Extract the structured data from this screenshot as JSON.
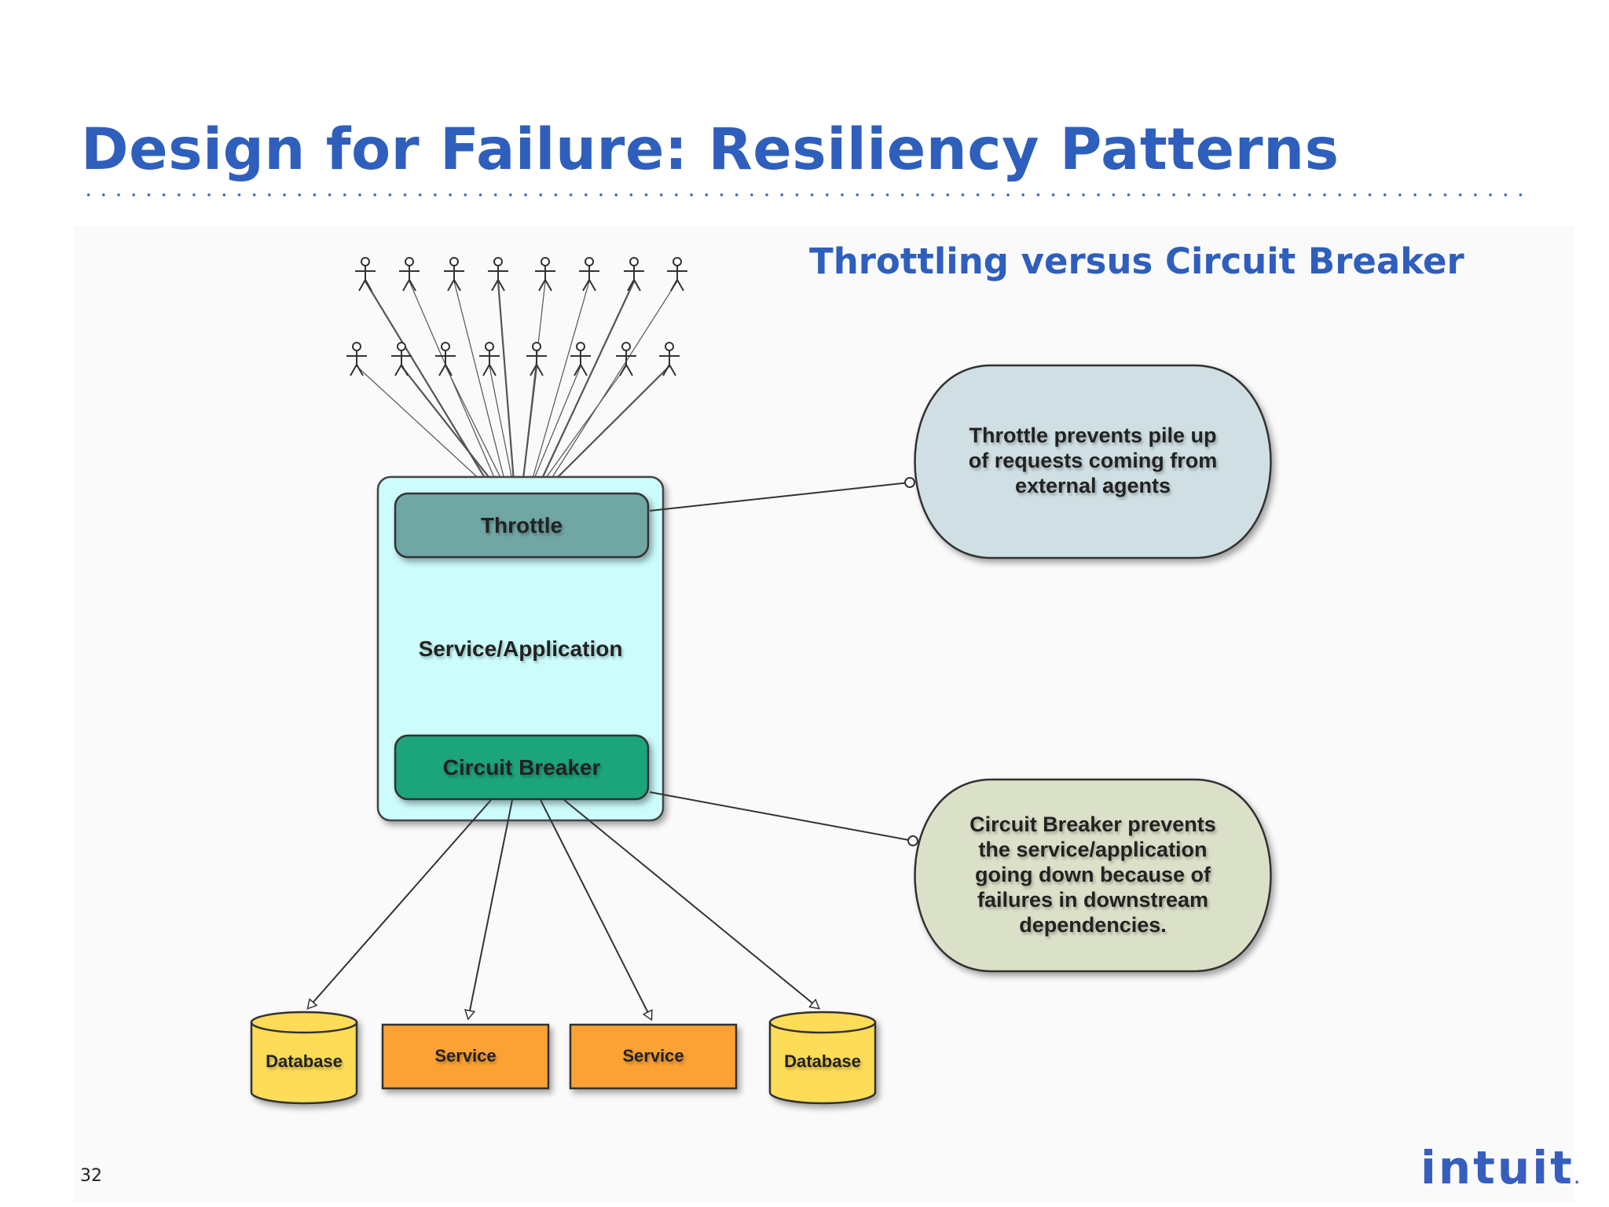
{
  "slide": {
    "title": "Design for Failure: Resiliency Patterns",
    "subtitle": "Throttling versus Circuit Breaker",
    "page_number": "32",
    "logo": "intuit",
    "logo_mark": "."
  },
  "diagram": {
    "container_label": "Service/Application",
    "throttle_label": "Throttle",
    "circuit_breaker_label": "Circuit Breaker",
    "callouts": {
      "throttle": [
        "Throttle prevents pile up",
        "of requests coming from",
        "external agents"
      ],
      "circuit_breaker": [
        "Circuit Breaker prevents",
        "the service/application",
        "going down because of",
        "failures in downstream",
        "dependencies."
      ]
    },
    "downstream": [
      {
        "label": "Database",
        "kind": "database"
      },
      {
        "label": "Service",
        "kind": "service"
      },
      {
        "label": "Service",
        "kind": "service"
      },
      {
        "label": "Database",
        "kind": "database"
      }
    ],
    "actor_count": 16
  },
  "colors": {
    "title": "#2f5fbd",
    "container_fill": "#ccfcfc",
    "throttle_fill": "#6fa6a4",
    "circuit_breaker_fill": "#1fa47a",
    "throttle_callout_fill": "#cfdfe3",
    "circuit_breaker_callout_fill": "#dbe0c8",
    "database_fill": "#fddc59",
    "service_fill": "#fca234"
  }
}
